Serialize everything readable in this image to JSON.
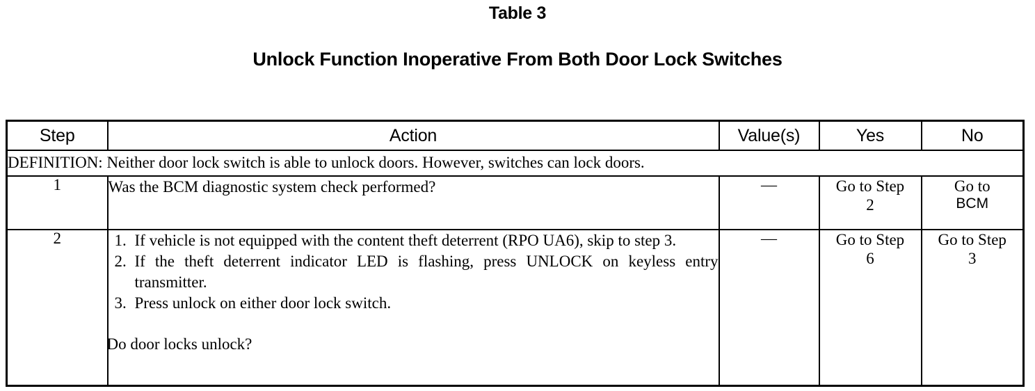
{
  "document": {
    "table_label": "Table 3",
    "title": "Unlock Function Inoperative From Both Door Lock Switches"
  },
  "table": {
    "headers": {
      "step": "Step",
      "action": "Action",
      "value": "Value(s)",
      "yes": "Yes",
      "no": "No"
    },
    "definition": "DEFINITION: Neither door lock switch is able to unlock doors. However, switches can lock doors.",
    "rows": [
      {
        "step": "1",
        "action": "Was the BCM diagnostic system check performed?",
        "value": "—",
        "yes_line1": "Go to Step",
        "yes_line2": "2",
        "no_line1": "Go to",
        "no_line2": "BCM"
      },
      {
        "step": "2",
        "action_items": [
          "If vehicle is not equipped with the content theft deterrent (RPO UA6), skip to step 3.",
          "If the theft deterrent indicator LED is flashing, press UNLOCK on keyless entry transmitter.",
          "Press unlock on either door lock switch."
        ],
        "action_question": "Do door locks unlock?",
        "value": "—",
        "yes_line1": "Go to Step",
        "yes_line2": "6",
        "no_line1": "Go to Step",
        "no_line2": "3"
      }
    ]
  },
  "colors": {
    "background": "#ffffff",
    "text": "#000000",
    "border": "#000000"
  }
}
